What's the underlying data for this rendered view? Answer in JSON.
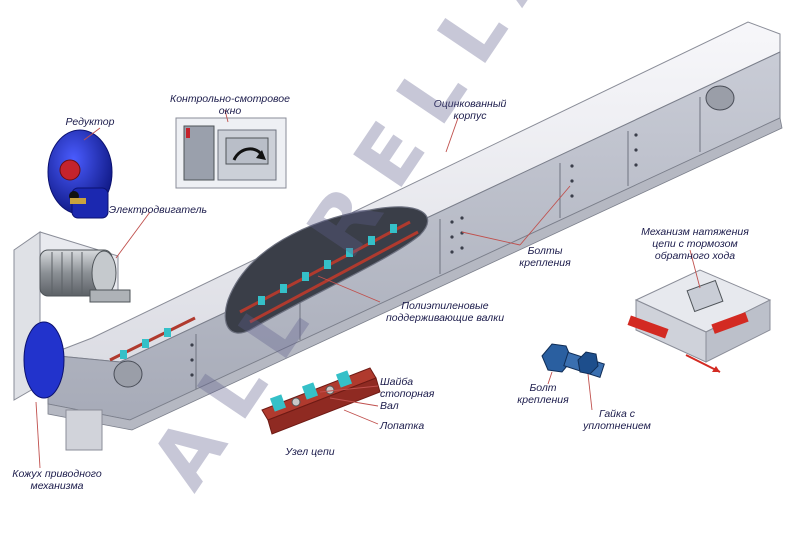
{
  "labels": {
    "reducer": "Редуктор",
    "inspection_window_line1": "Контрольно-смотровое",
    "inspection_window_line2": "окно",
    "galvanized_body_line1": "Оцинкованный",
    "galvanized_body_line2": "корпус",
    "motor": "Электродвигатель",
    "fastening_bolts_line1": "Болты",
    "fastening_bolts_line2": "крепления",
    "tensioner_line1": "Механизм натяжения",
    "tensioner_line2": "цепи с тормозом",
    "tensioner_line3": "обратного хода",
    "poly_rollers_line1": "Полиэтиленовые",
    "poly_rollers_line2": "поддерживающие валки",
    "lock_washer_line1": "Шайба",
    "lock_washer_line2": "стопорная",
    "shaft": "Вал",
    "paddle": "Лопатка",
    "chain_unit": "Узел цепи",
    "bolt_line1": "Болт",
    "bolt_line2": "крепления",
    "nut_line1": "Гайка с",
    "nut_line2": "уплотнением",
    "drive_cover_line1": "Кожух приводного",
    "drive_cover_line2": "механизма"
  },
  "watermark": "ALL RELLA",
  "colors": {
    "label_text": "#1a1a4a",
    "leader_line": "#c0504d",
    "housing_light": "#eeeef3",
    "housing_side": "#d4d6de",
    "housing_edge": "#8a8d98",
    "reducer_blue": "#1f2fbf",
    "motor_gray": "#9ea3a8",
    "chain_cyan": "#35c0c8",
    "chain_red": "#b03a2e",
    "bolt_blue": "#2a5fa0",
    "watermark": "#5f5f8c"
  }
}
